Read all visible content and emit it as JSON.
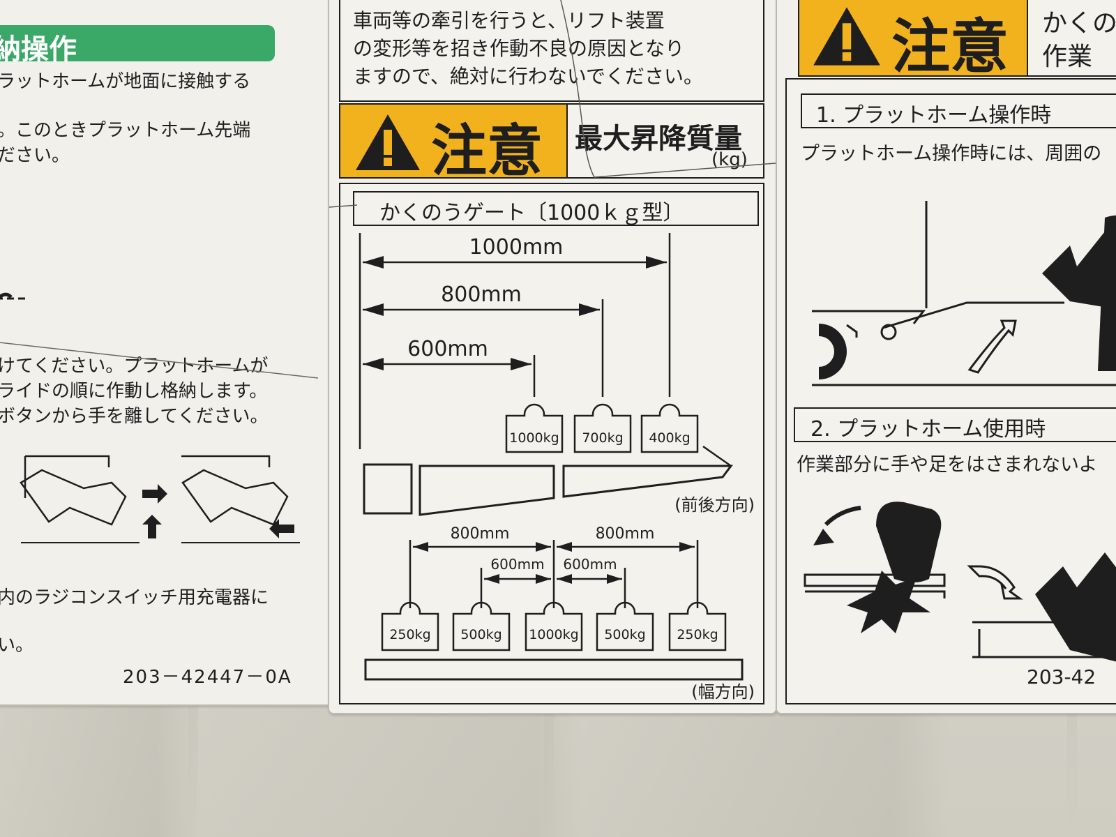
{
  "left_panel": {
    "header": "納操作",
    "lines": [
      "ラットホームが地面に接触する",
      "。このときプラットホーム先端",
      "ださい。",
      "けてください。プラットホームが",
      "ライドの順に作動し格納します。",
      "ボタンから手を離してください。",
      "内のラジコンスイッチ用充電器に",
      "い。"
    ],
    "part_number": "203－42447－0A"
  },
  "center_panel": {
    "top_text": [
      "車両等の牽引を行うと、リフト装置",
      "の変形等を招き作動不良の原因となり",
      "ますので、絶対に行わないでください。"
    ],
    "caution": "注意",
    "max_load_title": "最大昇降質量",
    "max_load_unit": "(kg)",
    "gate_title": "かくのうゲート〔1000ｋｇ型〕",
    "front_back": {
      "distances": [
        "1000mm",
        "800mm",
        "600mm"
      ],
      "weights": [
        "1000kg",
        "700kg",
        "400kg"
      ],
      "direction": "(前後方向)"
    },
    "width": {
      "outer_left": "800mm",
      "outer_right": "800mm",
      "inner_left": "600mm",
      "inner_right": "600mm",
      "weights": [
        "250kg",
        "500kg",
        "1000kg",
        "500kg",
        "250kg"
      ],
      "direction": "(幅方向)"
    }
  },
  "right_panel": {
    "caution": "注意",
    "caution_side": [
      "かくの",
      "作業"
    ],
    "section1": "1. プラットホーム操作時",
    "section1_text": "プラットホーム操作時には、周囲の",
    "section2": "2. プラットホーム使用時",
    "section2_text": "作業部分に手や足をはさまれないよ",
    "part_number": "203-42"
  },
  "colors": {
    "caution_yellow": "#f2b21e",
    "header_green": "#3aa866",
    "ink": "#1e1e1e"
  },
  "icons": [
    "warning-triangle-icon",
    "arrow-icon",
    "hand-icon",
    "impact-burst-icon"
  ]
}
